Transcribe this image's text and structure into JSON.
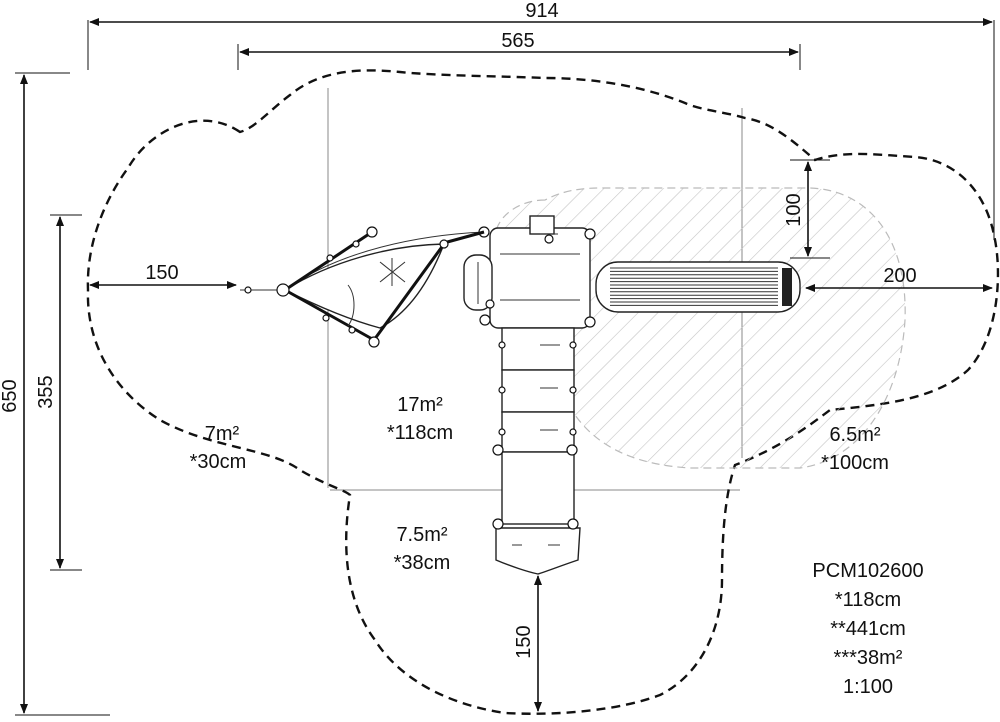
{
  "dimensions": {
    "overall_width": "914",
    "platform_width": "565",
    "overall_height": "650",
    "inner_height": "355",
    "left_clearance": "150",
    "slide_side_top": "100",
    "slide_end": "200",
    "bottom_clearance": "150"
  },
  "areas": [
    {
      "area": "7m²",
      "depth": "*30cm"
    },
    {
      "area": "17m²",
      "depth": "*118cm"
    },
    {
      "area": "6.5m²",
      "depth": "*100cm"
    },
    {
      "area": "7.5m²",
      "depth": "*38cm"
    }
  ],
  "info": {
    "code": "PCM102600",
    "fall_height": "*118cm",
    "length": "**441cm",
    "total_area": "***38m²",
    "scale": "1:100"
  }
}
